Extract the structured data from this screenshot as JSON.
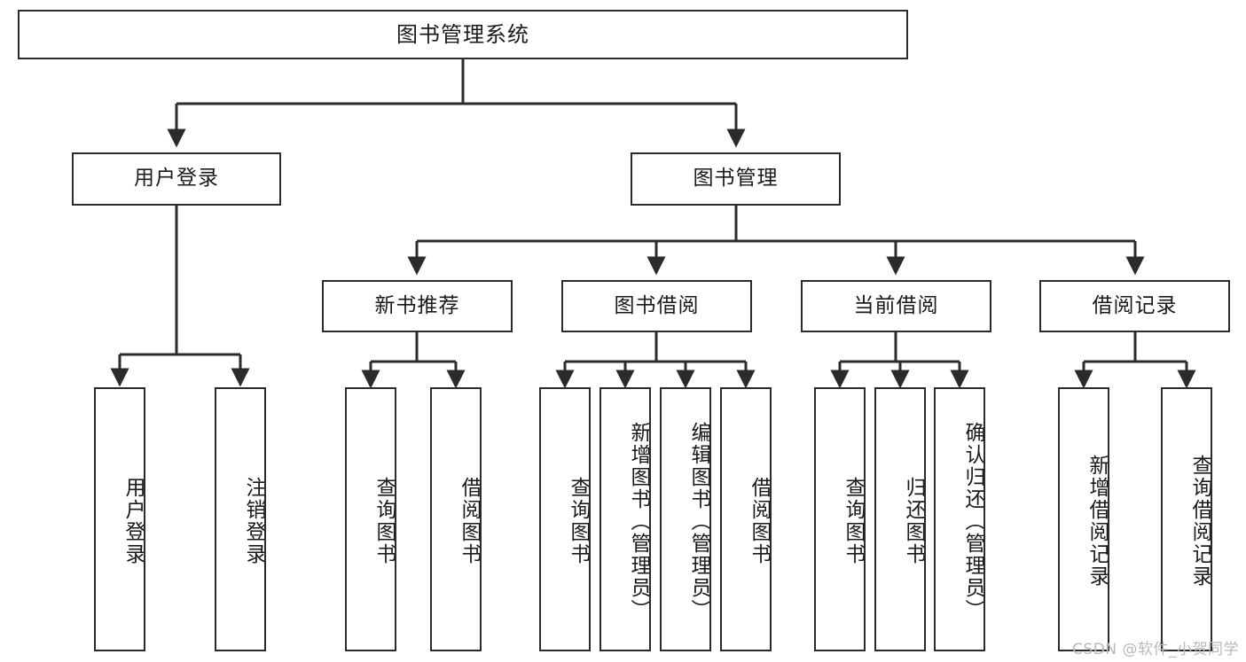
{
  "diagram": {
    "title": "图书管理系统",
    "type": "tree-hierarchy-chart",
    "watermark": "CSDN @软件_小贺同学",
    "colors": {
      "box_border": "#2b2b2b",
      "box_fill": "#ffffff",
      "connector": "#2b2b2b",
      "text": "#1a1a1a",
      "watermark": "#b9b9b9",
      "background": "#ffffff"
    },
    "root": {
      "label": "图书管理系统"
    },
    "level2": [
      {
        "label": "用户登录"
      },
      {
        "label": "图书管理"
      }
    ],
    "level3": [
      {
        "label": "新书推荐"
      },
      {
        "label": "图书借阅"
      },
      {
        "label": "当前借阅"
      },
      {
        "label": "借阅记录"
      }
    ],
    "leaves": {
      "用户登录": [
        {
          "label": "用户登录"
        },
        {
          "label": "注销登录"
        }
      ],
      "新书推荐": [
        {
          "label": "查询图书"
        },
        {
          "label": "借阅图书"
        }
      ],
      "图书借阅": [
        {
          "label": "查询图书"
        },
        {
          "label": "新增图书（管理员）"
        },
        {
          "label": "编辑图书（管理员）"
        },
        {
          "label": "借阅图书"
        }
      ],
      "当前借阅": [
        {
          "label": "查询图书"
        },
        {
          "label": "归还图书"
        },
        {
          "label": "确认归还（管理员）"
        }
      ],
      "借阅记录": [
        {
          "label": "新增借阅记录"
        },
        {
          "label": "查询借阅记录"
        }
      ]
    }
  }
}
